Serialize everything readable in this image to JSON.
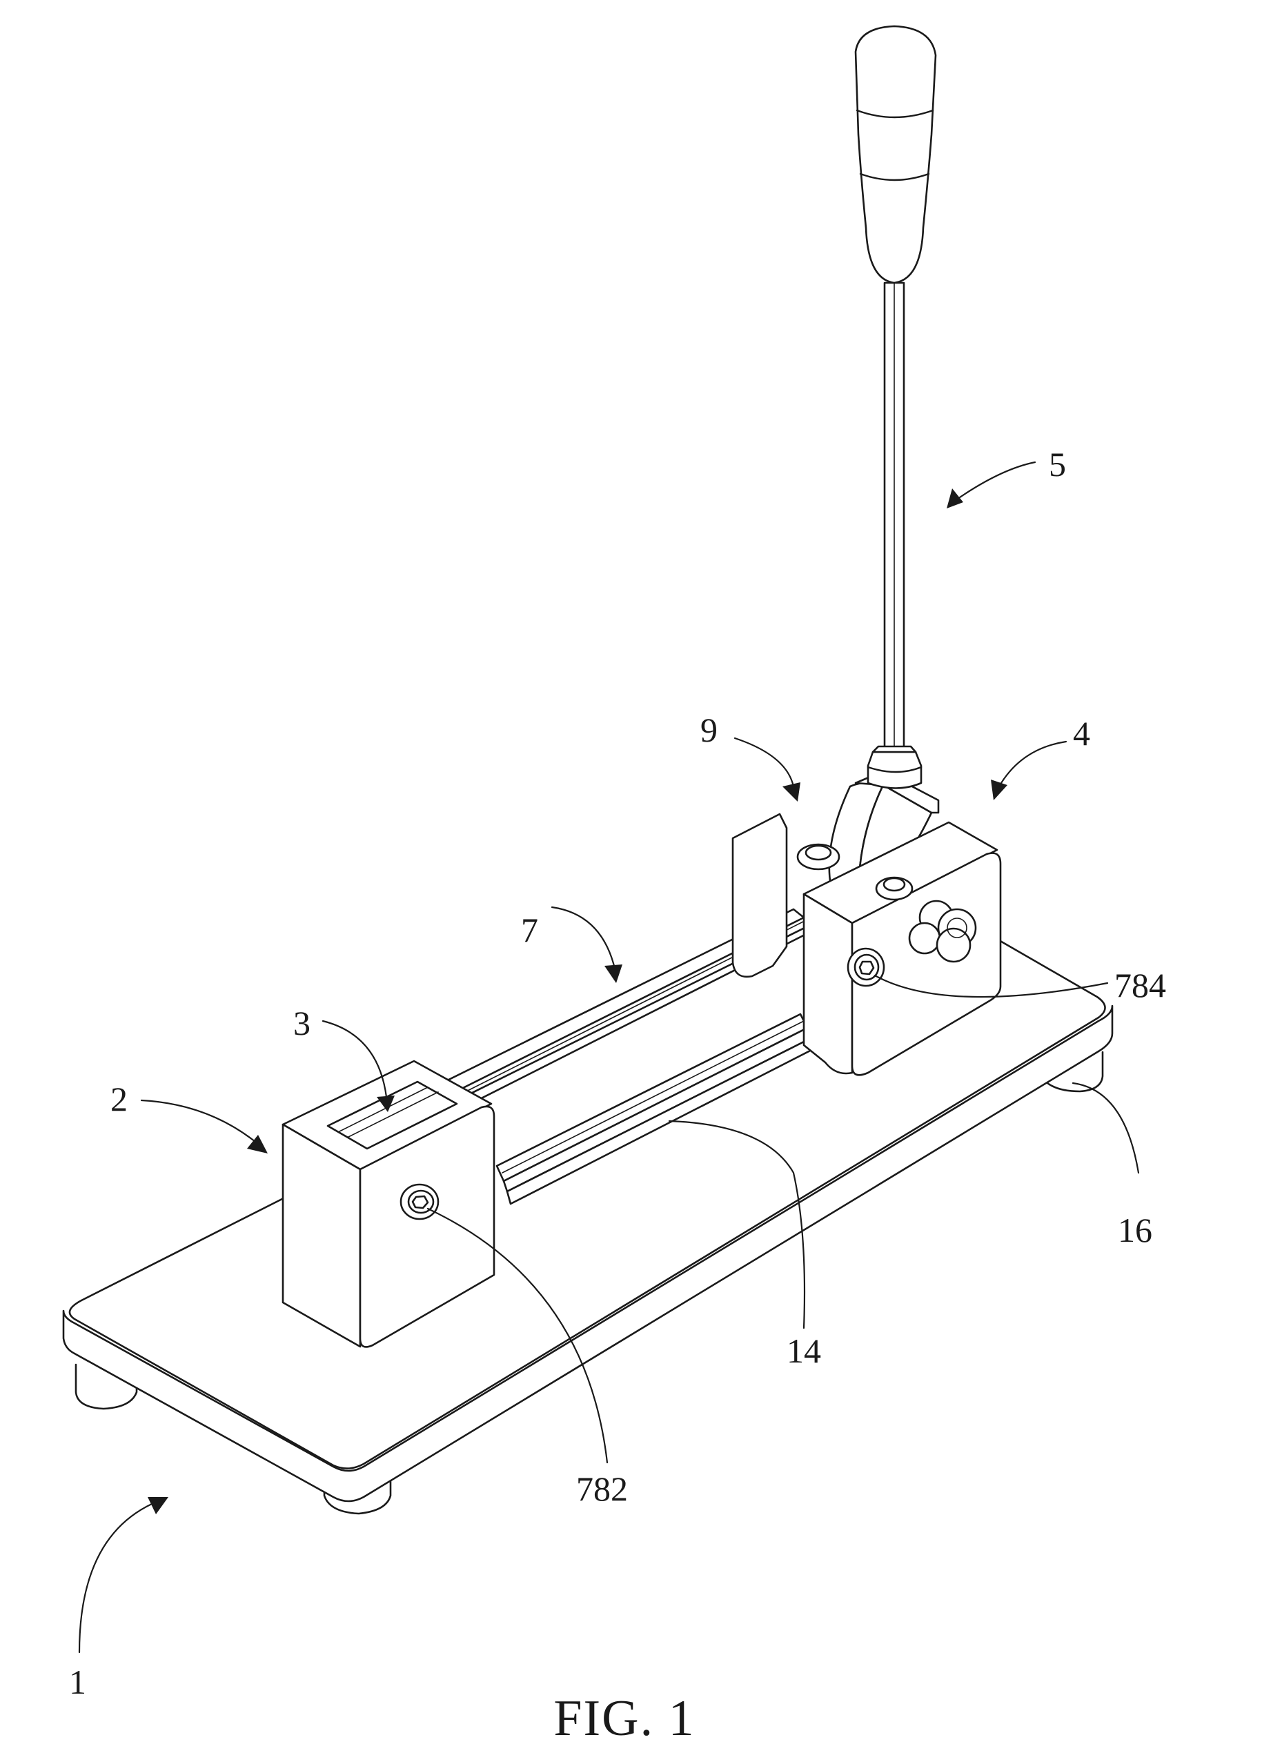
{
  "figure": {
    "caption": "FIG. 1",
    "reference_numerals": {
      "base": "1",
      "front_block": "2",
      "slot": "3",
      "rear_block": "4",
      "handle": "5",
      "rod": "7",
      "screw_front": "782",
      "screw_rear": "784",
      "nut": "9",
      "guide": "14",
      "foot": "16"
    }
  }
}
